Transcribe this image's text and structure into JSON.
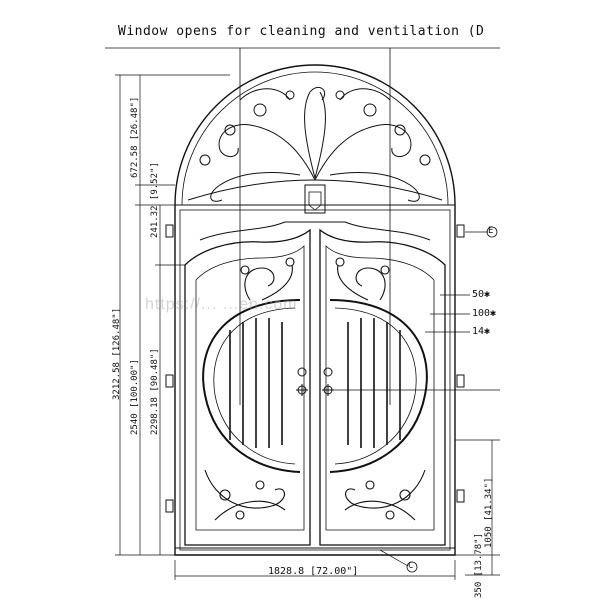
{
  "header": {
    "note": "Window opens for cleaning and ventilation (D"
  },
  "dimensions": {
    "total_height": "3212.58 [126.48\"]",
    "arch_height": "672.58 [26.48\"]",
    "frame_top": "241.32 [9.52\"]",
    "door_height": "2540 [100.00\"]",
    "leaf_height": "2298.18 [90.48\"]",
    "right_lower": "1050 [41.34\"]",
    "right_bottom": "350 [13.78\"]",
    "width": "1828.8 [72.00\"]"
  },
  "callouts": {
    "c50": "50✱",
    "c100": "100✱",
    "c14": "14✱",
    "c_top": "E",
    "c_bottom": "C"
  },
  "watermark": "https://...          ...en.com"
}
